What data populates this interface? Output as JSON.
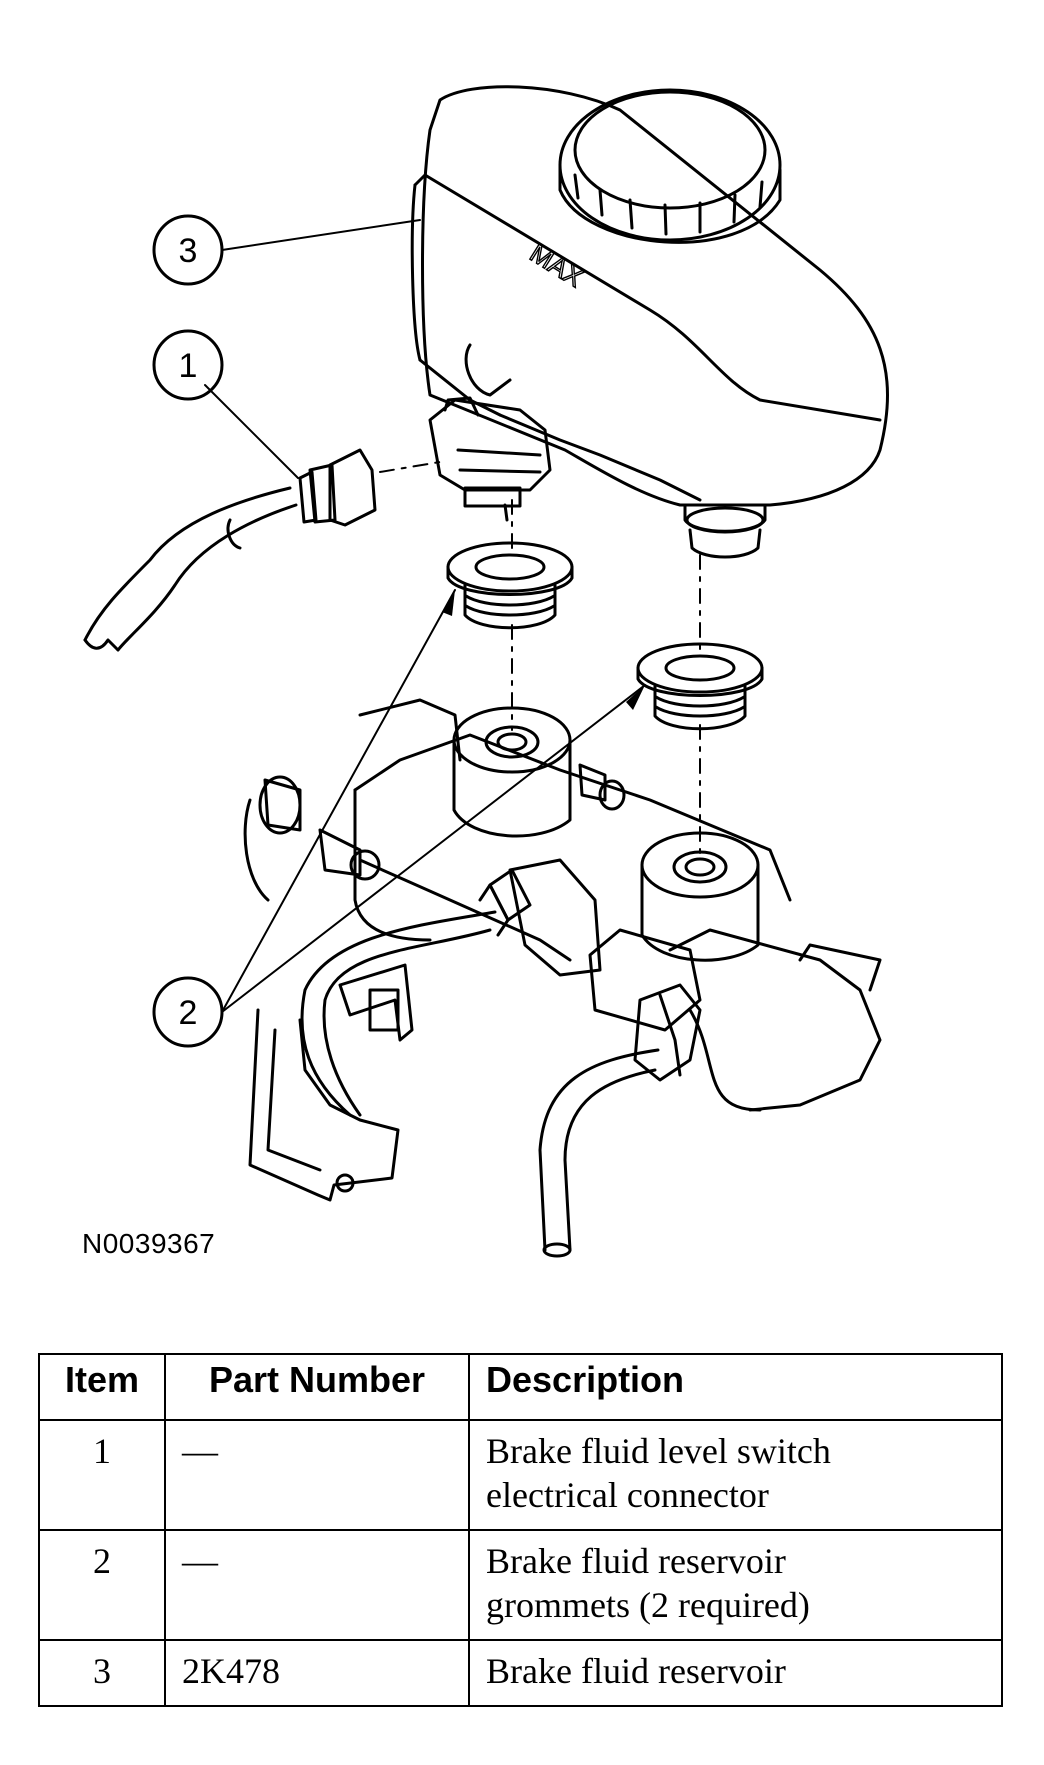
{
  "diagram": {
    "callouts": [
      "3",
      "1",
      "2"
    ],
    "reservoir_marking": "MAX",
    "figure_id": "N0039367"
  },
  "table": {
    "headers": {
      "item": "Item",
      "part_number": "Part Number",
      "description": "Description"
    },
    "rows": [
      {
        "item": "1",
        "part_number": "—",
        "description_line1": "Brake fluid level switch",
        "description_line2": "electrical connector"
      },
      {
        "item": "2",
        "part_number": "—",
        "description_line1": "Brake fluid reservoir",
        "description_line2": "grommets (2 required)"
      },
      {
        "item": "3",
        "part_number": "2K478",
        "description_line1": "Brake fluid reservoir",
        "description_line2": ""
      }
    ]
  }
}
